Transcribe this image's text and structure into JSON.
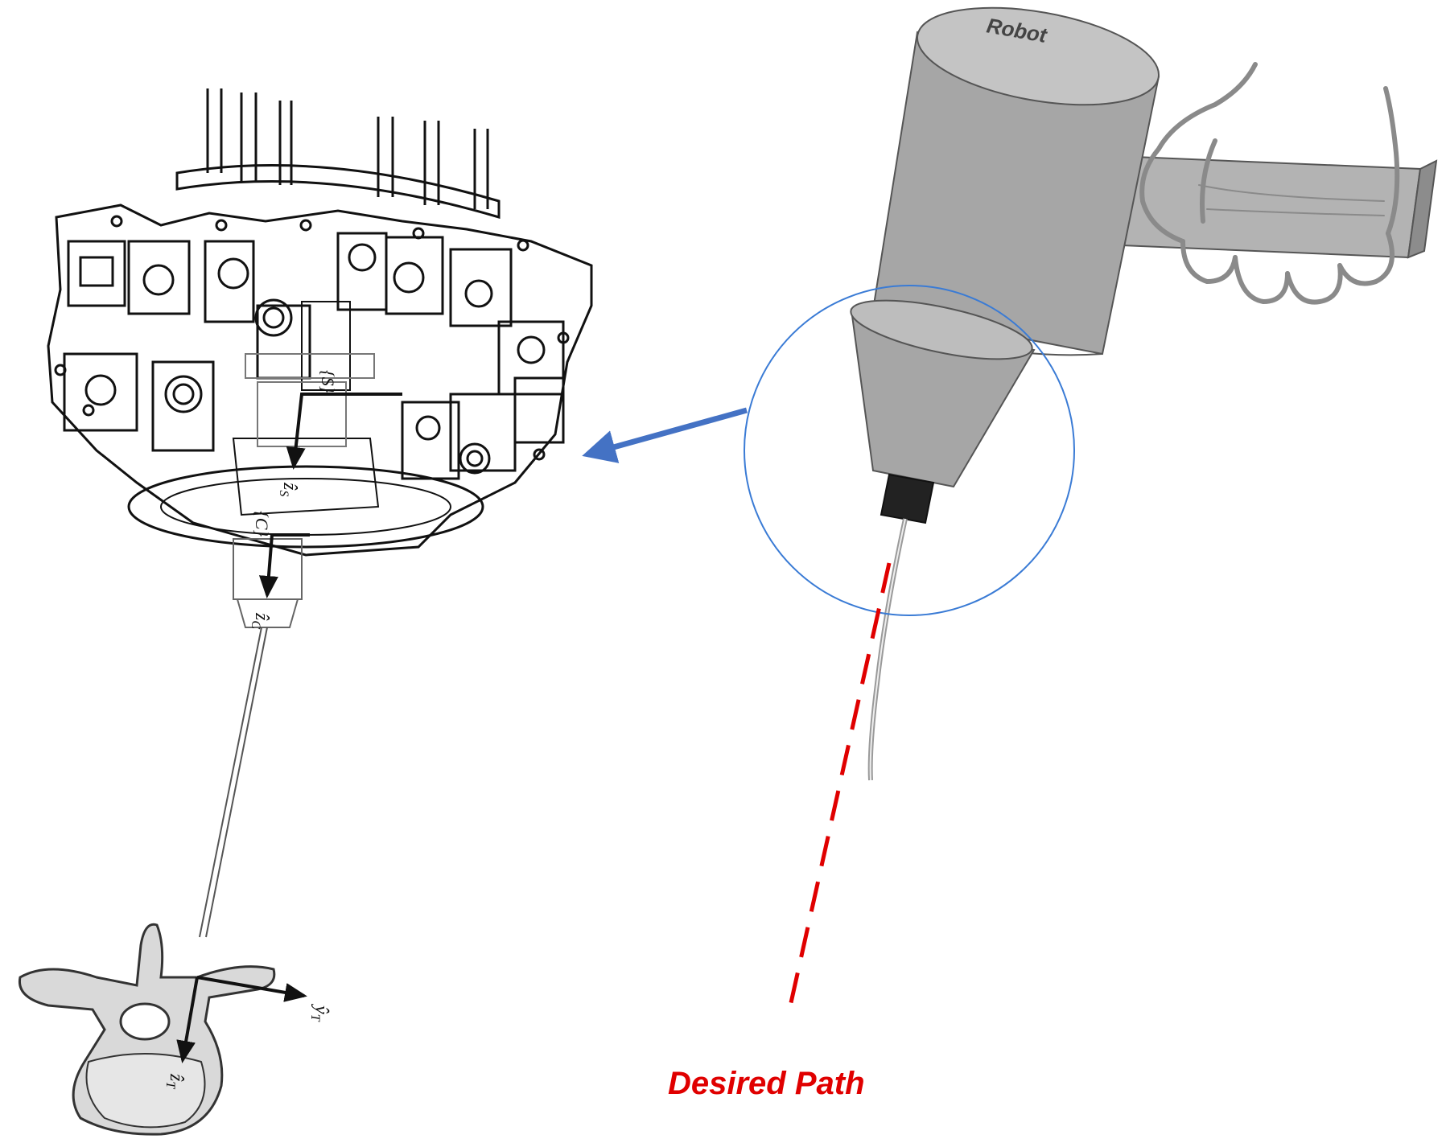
{
  "labels": {
    "robot": "Robot",
    "desired_path": "Desired Path",
    "axis_zs": "ẑ",
    "axis_zs_sub": "S",
    "axis_zc": "ẑ",
    "axis_zc_sub": "C",
    "axis_yt": "ŷ",
    "axis_yt_sub": "T",
    "axis_zt": "ẑ",
    "axis_zt_sub": "T",
    "frame_s": "{S}",
    "frame_c": "{C}"
  },
  "colors": {
    "desired_path": "#e00000",
    "zoom_circle": "#3a7bd5",
    "pointer_arrow": "#4472c4",
    "robot_body": "#a6a6a6",
    "robot_top": "#c4c4c4",
    "hand_outline": "#8a8a8a"
  },
  "icons": {
    "robot": "robot-cylinder-icon",
    "hand": "hand-icon",
    "end_effector": "parallel-robot-icon",
    "vertebra": "vertebra-icon"
  }
}
